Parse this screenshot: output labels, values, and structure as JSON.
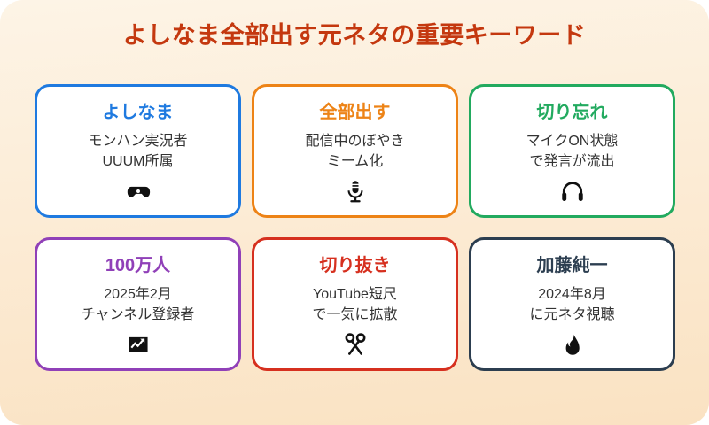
{
  "page": {
    "title": "よしなま全部出す元ネタの重要キーワード",
    "title_color": "#c4380f",
    "background_top": "#fdf4e6",
    "background_bottom": "#fae2c2",
    "card_background": "#ffffff",
    "body_text_color": "#333333"
  },
  "cards": [
    {
      "heading": "よしなま",
      "color": "#1f7ae0",
      "body_line1": "モンハン実況者",
      "body_line2": "UUUM所属",
      "icon": "gamepad-icon"
    },
    {
      "heading": "全部出す",
      "color": "#ed8316",
      "body_line1": "配信中のぼやき",
      "body_line2": "ミーム化",
      "icon": "microphone-icon"
    },
    {
      "heading": "切り忘れ",
      "color": "#22aa5f",
      "body_line1": "マイクON状態",
      "body_line2": "で発言が流出",
      "icon": "headphones-icon"
    },
    {
      "heading": "100万人",
      "color": "#9040b8",
      "body_line1": "2025年2月",
      "body_line2": "チャンネル登録者",
      "icon": "chart-increasing-icon"
    },
    {
      "heading": "切り抜き",
      "color": "#d6301f",
      "body_line1": "YouTube短尺",
      "body_line2": "で一気に拡散",
      "icon": "scissors-icon"
    },
    {
      "heading": "加藤純一",
      "color": "#2c3e50",
      "body_line1": "2024年8月",
      "body_line2": "に元ネタ視聴",
      "icon": "fire-icon"
    }
  ]
}
